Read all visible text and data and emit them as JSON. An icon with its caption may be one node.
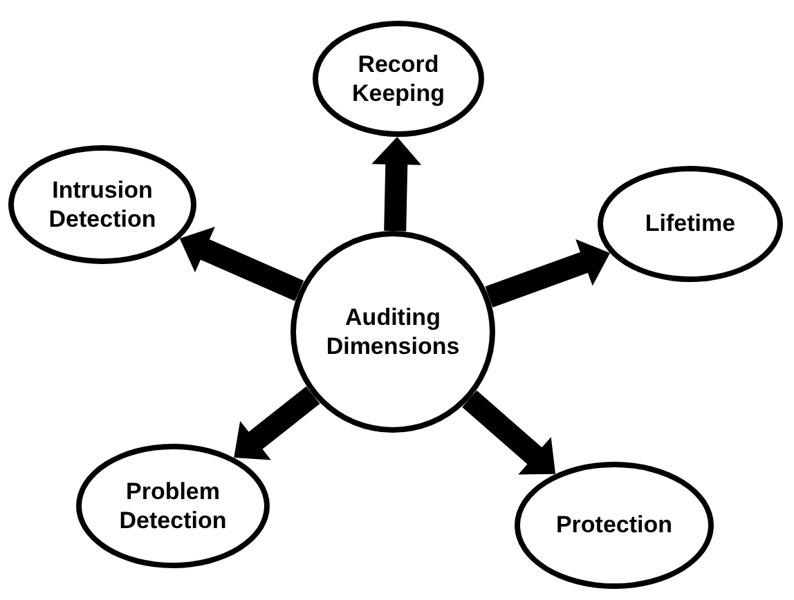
{
  "diagram": {
    "nodes": [
      {
        "text": [
          "Auditing Dimensions"
        ]
      },
      {
        "text": [
          "Record Keeping"
        ]
      },
      {
        "text": [
          "Intrusion Detection"
        ]
      },
      {
        "text": [
          "Lifetime"
        ]
      },
      {
        "text": [
          "Problem Detection"
        ]
      },
      {
        "text": [
          "Protection"
        ]
      }
    ],
    "edges": [
      {
        "from": 0,
        "to": 1,
        "arrow": "to"
      },
      {
        "from": 0,
        "to": 2,
        "arrow": "to"
      },
      {
        "from": 0,
        "to": 3,
        "arrow": "to"
      },
      {
        "from": 0,
        "to": 4,
        "arrow": "to"
      },
      {
        "from": 0,
        "to": 5,
        "arrow": "to"
      }
    ]
  }
}
